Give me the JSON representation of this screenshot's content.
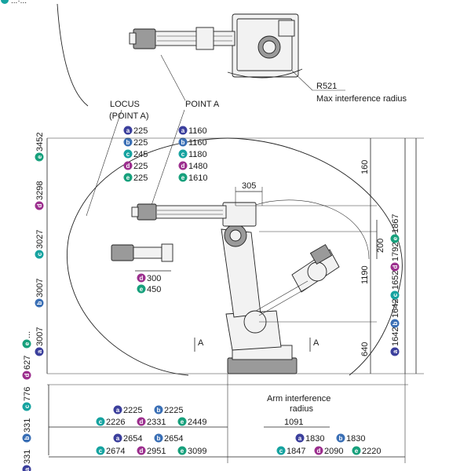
{
  "colors": {
    "a": "#3b3f9c",
    "b": "#3a6fb5",
    "c": "#16a3a0",
    "d": "#9c2f8e",
    "e": "#17a07c"
  },
  "header": {
    "label": "...·..."
  },
  "top_view": {
    "radius_label": "R521",
    "radius_desc": "Max interference radius"
  },
  "labels": {
    "locus": "LOCUS",
    "locus_sub": "(POINT A)",
    "point_a": "POINT A",
    "arm_interference_1": "Arm interference",
    "arm_interference_2": "radius",
    "arm_interference_val": "1091",
    "section_a_left": "A",
    "section_a_right": "A"
  },
  "point_a_values": [
    {
      "key": "a",
      "locus": "225",
      "point": "1160"
    },
    {
      "key": "b",
      "locus": "225",
      "point": "1160"
    },
    {
      "key": "c",
      "locus": "245",
      "point": "1180"
    },
    {
      "key": "d",
      "locus": "225",
      "point": "1480"
    },
    {
      "key": "e",
      "locus": "225",
      "point": "1610"
    }
  ],
  "dims": {
    "d305": "305",
    "d160": "160",
    "d200": "200",
    "d1190": "1190",
    "d640": "640"
  },
  "tool_values": [
    {
      "key": "d",
      "value": "300"
    },
    {
      "key": "e",
      "value": "450"
    }
  ],
  "left_vertical": [
    {
      "key": "a",
      "value": "3007"
    },
    {
      "key": "b",
      "value": "3007"
    },
    {
      "key": "c",
      "value": "3027"
    },
    {
      "key": "d",
      "value": "3298"
    },
    {
      "key": "e",
      "value": "3452"
    }
  ],
  "right_vertical": [
    {
      "key": "a",
      "value": "1642"
    },
    {
      "key": "b",
      "value": "1642"
    },
    {
      "key": "c",
      "value": "1652"
    },
    {
      "key": "d",
      "value": "1792"
    },
    {
      "key": "e",
      "value": "1867"
    }
  ],
  "bottom_left_vertical": [
    {
      "key": "a",
      "value": "331"
    },
    {
      "key": "b",
      "value": "331"
    },
    {
      "key": "c",
      "value": "776"
    },
    {
      "key": "d",
      "value": "627"
    },
    {
      "key": "e",
      "value": "..."
    }
  ],
  "bottom_row1": {
    "line1": [
      {
        "key": "a",
        "value": "2225"
      },
      {
        "key": "b",
        "value": "2225"
      }
    ],
    "line2": [
      {
        "key": "c",
        "value": "2226"
      },
      {
        "key": "d",
        "value": "2331"
      },
      {
        "key": "e",
        "value": "2449"
      }
    ]
  },
  "bottom_row2": {
    "line1": [
      {
        "key": "a",
        "value": "2654"
      },
      {
        "key": "b",
        "value": "2654"
      }
    ],
    "line2": [
      {
        "key": "c",
        "value": "2674"
      },
      {
        "key": "d",
        "value": "2951"
      },
      {
        "key": "e",
        "value": "3099"
      }
    ]
  },
  "bottom_right_row": {
    "line1": [
      {
        "key": "a",
        "value": "1830"
      },
      {
        "key": "b",
        "value": "1830"
      }
    ],
    "line2": [
      {
        "key": "c",
        "value": "1847"
      },
      {
        "key": "d",
        "value": "2090"
      },
      {
        "key": "e",
        "value": "2220"
      }
    ]
  }
}
